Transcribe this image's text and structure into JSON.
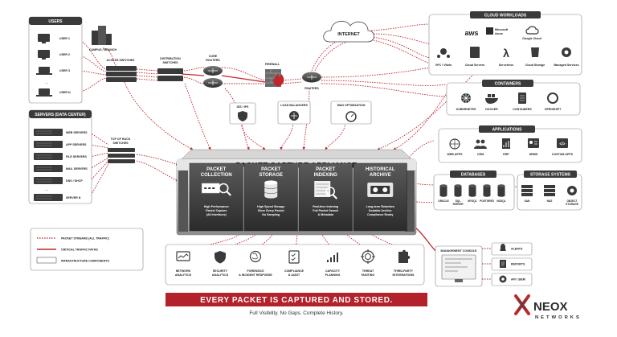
{
  "users": {
    "header": "USERS",
    "items": [
      "USER 1",
      "USER 2",
      "USER 3",
      "...",
      "USER N"
    ]
  },
  "network": {
    "campus": "CAMPUS / BRANCH",
    "access_switches": "ACCESS SWITCHES",
    "distribution_switches": "DISTRIBUTION SWITCHES",
    "core_routers": "CORE ROUTERS",
    "firewall": "FIREWALL",
    "internet": "INTERNET",
    "routers": "ROUTERS",
    "ids_ips": "IDS / IPS",
    "load_balancers": "LOAD BALANCERS",
    "wan_optimization": "WAN OPTIMIZATION",
    "top_of_rack": "TOP OF RACK SWITCHES"
  },
  "servers": {
    "header": "SERVERS (DATA CENTER)",
    "items": [
      "WEB SERVERS",
      "APP SERVERS",
      "FILE SERVERS",
      "MAIL SERVERS",
      "DNS / DHCP",
      "...",
      "SERVER N"
    ]
  },
  "cloud": {
    "header": "CLOUD WORKLOADS",
    "providers": [
      "aws",
      "Microsoft Azure",
      "Google Cloud"
    ],
    "items": [
      "VPC / VNets",
      "Cloud Servers",
      "Serverless",
      "Cloud Storage",
      "Managed Services"
    ]
  },
  "containers": {
    "header": "CONTAINERS",
    "items": [
      "KUBERNETES",
      "DOCKER",
      "CONTAINERS",
      "OPENSHIFT"
    ]
  },
  "applications": {
    "header": "APPLICATIONS",
    "items": [
      "WEB APPS",
      "CRM",
      "ERP",
      "HRMS",
      "CUSTOM APPS"
    ]
  },
  "databases": {
    "header": "DATABASES",
    "items": [
      "ORACLE",
      "SQL SERVER",
      "MYSQL",
      "POSTGRES",
      "NOSQL"
    ]
  },
  "storage": {
    "header": "STORAGE SYSTEMS",
    "items": [
      "SAN",
      "NAS",
      "OBJECT STORAGE"
    ]
  },
  "appliance": {
    "title": "PACKET CAPTURE APPLIANCE",
    "bays": [
      {
        "title": [
          "PACKET",
          "COLLECTION"
        ],
        "lines": [
          "High Performance",
          "Packet Capture",
          "(All Interfaces)"
        ]
      },
      {
        "title": [
          "PACKET",
          "STORAGE"
        ],
        "lines": [
          "High Speed Storage",
          "Store Every Packet",
          "No Sampling"
        ]
      },
      {
        "title": [
          "PACKET",
          "INDEXING"
        ],
        "lines": [
          "Real-time Indexing",
          "Full Packet Search",
          "& Metadata"
        ]
      },
      {
        "title": [
          "HISTORICAL",
          "ARCHIVE"
        ],
        "lines": [
          "Long-term Retention",
          "Scalable Archive",
          "Compliance Ready"
        ]
      }
    ]
  },
  "legend": {
    "items": [
      "PACKET STREAMS (ALL TRAFFIC)",
      "CRITICAL TRAFFIC PATHS",
      "INFRASTRUCTURE COMPONENTS"
    ]
  },
  "use_cases": {
    "items": [
      [
        "NETWORK",
        "ANALYTICS"
      ],
      [
        "SECURITY",
        "ANALYTICS"
      ],
      [
        "FORENSICS",
        "& INCIDENT RESPONSE"
      ],
      [
        "COMPLIANCE",
        "& AUDIT"
      ],
      [
        "CAPACITY",
        "PLANNING"
      ],
      [
        "THREAT",
        "HUNTING"
      ],
      [
        "THIRD-PARTY",
        "INTEGRATIONS"
      ]
    ]
  },
  "management": {
    "console": "MANAGEMENT CONSOLE",
    "items": [
      "ALERTS",
      "REPORTS",
      "API / SIEM"
    ]
  },
  "banner": "EVERY PACKET IS CAPTURED AND STORED.",
  "tagline": "Full Visibility. No Gaps. Complete History.",
  "logo": {
    "name": "NEOX",
    "sub": "NETWORKS"
  },
  "colors": {
    "accent": "#c0272d",
    "dark": "#3a3a3a",
    "banner": "#b3212a"
  }
}
